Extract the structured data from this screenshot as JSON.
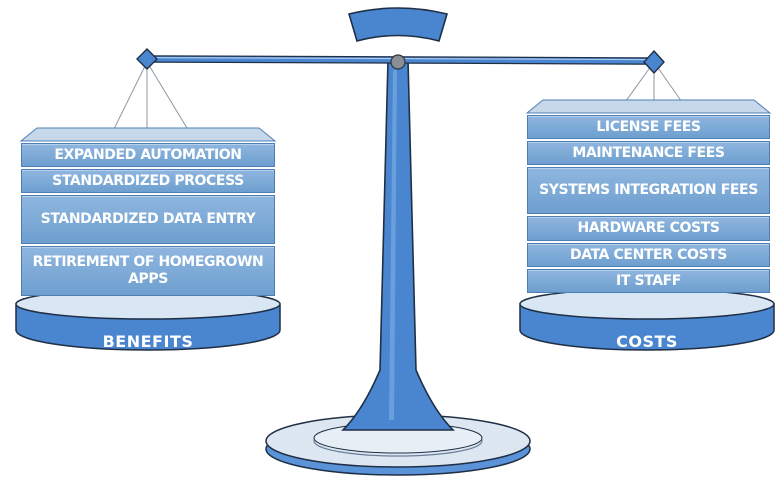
{
  "benefits": {
    "label": "BENEFITS",
    "items": [
      "EXPANDED AUTOMATION",
      "STANDARDIZED PROCESS",
      "STANDARDIZED DATA ENTRY",
      "RETIREMENT OF HOMEGROWN APPS"
    ]
  },
  "costs": {
    "label": "COSTS",
    "items": [
      "LICENSE FEES",
      "MAINTENANCE FEES",
      "SYSTEMS INTEGRATION FEES",
      "HARDWARE COSTS",
      "DATA CENTER COSTS",
      "IT STAFF"
    ]
  },
  "colors": {
    "scale_blue": "#4a86d0",
    "block_blue": "#7ea9d6",
    "outline": "#1f2f45"
  }
}
